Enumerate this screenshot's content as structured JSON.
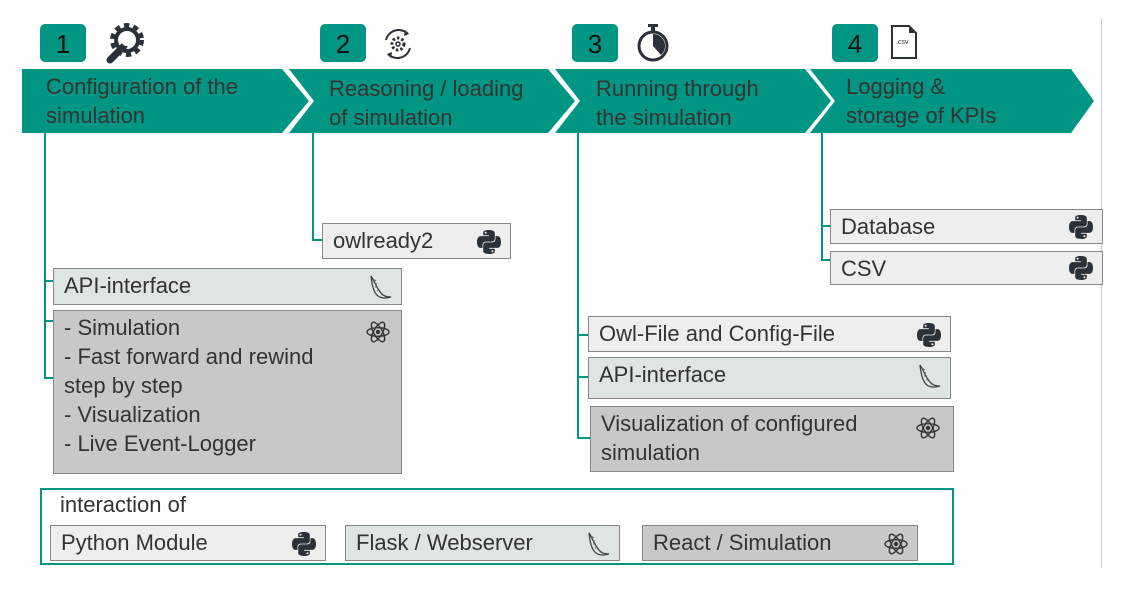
{
  "colors": {
    "accent": "#009683",
    "python_bg": "#eeeeee",
    "flask_bg": "#dfe4e4",
    "react_bg": "#c8c8c8"
  },
  "steps": [
    {
      "number": "1",
      "label_line1": "Configuration of the",
      "label_line2": "simulation",
      "icon": "gear-wrench-icon"
    },
    {
      "number": "2",
      "label_line1": "Reasoning / loading",
      "label_line2": "of simulation",
      "icon": "gear-refresh-icon"
    },
    {
      "number": "3",
      "label_line1": "Running through",
      "label_line2": "the simulation",
      "icon": "stopwatch-icon"
    },
    {
      "number": "4",
      "label_line1": "Logging &",
      "label_line2": "storage of KPIs",
      "icon": "csv-file-icon",
      "icon_text": ".csv"
    }
  ],
  "step1": {
    "api": "API-interface",
    "react_lines": [
      "- Simulation",
      "- Fast forward and rewind",
      "step by step",
      "- Visualization",
      "- Live Event-Logger"
    ]
  },
  "step2": {
    "module": "owlready2"
  },
  "step3": {
    "owl": "Owl-File and Config-File",
    "api": "API-interface",
    "vis_line1": "Visualization of configured",
    "vis_line2": "simulation"
  },
  "step4": {
    "db": "Database",
    "csv": "CSV"
  },
  "legend": {
    "title": "interaction of",
    "python": "Python Module",
    "flask": "Flask / Webserver",
    "react": "React / Simulation"
  }
}
